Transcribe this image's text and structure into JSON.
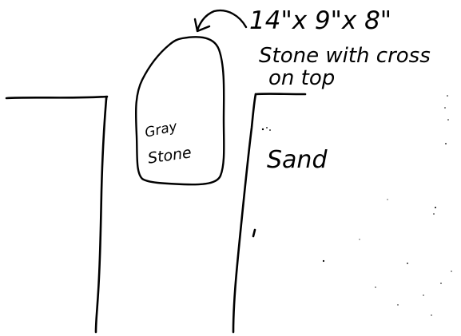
{
  "annotation": {
    "dimensions": "14\"x 9\"x 8\"",
    "description_line1": "Stone with cross",
    "description_line2": "on top"
  },
  "stone_label": {
    "line1": "Gray",
    "line2": "Stone"
  },
  "sand_label": "Sand",
  "colors": {
    "ink": "#000000",
    "paper": "#ffffff"
  }
}
